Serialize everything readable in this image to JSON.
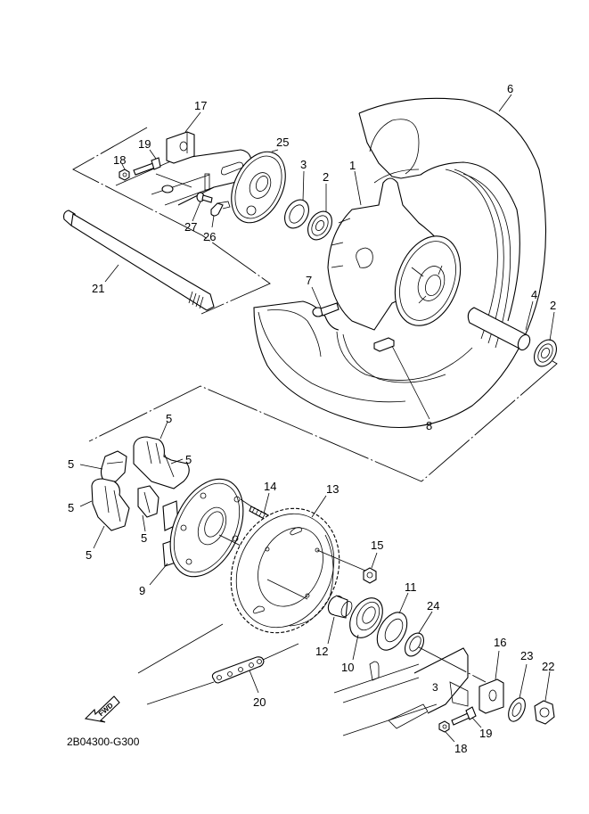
{
  "diagram": {
    "title": "Rear Wheel Exploded Parts Diagram",
    "code": "2B04300-G300",
    "direction_indicator": "FWD",
    "callouts": [
      {
        "id": "17",
        "part": "adjuster block"
      },
      {
        "id": "19",
        "part": "bolt (upper)"
      },
      {
        "id": "18",
        "part": "nut (upper)"
      },
      {
        "id": "25",
        "part": "brake shoe plate"
      },
      {
        "id": "3",
        "part": "oil seal"
      },
      {
        "id": "2",
        "part": "bearing (left)"
      },
      {
        "id": "1",
        "part": "cast wheel"
      },
      {
        "id": "6",
        "part": "tire"
      },
      {
        "id": "27",
        "part": "bolt"
      },
      {
        "id": "26",
        "part": "clip"
      },
      {
        "id": "21",
        "part": "wheel axle"
      },
      {
        "id": "7",
        "part": "valve"
      },
      {
        "id": "4",
        "part": "spacer"
      },
      {
        "id": "2b",
        "label": "2",
        "part": "bearing (right)"
      },
      {
        "id": "8",
        "part": "balance weight"
      },
      {
        "id": "5a",
        "label": "5",
        "part": "damper"
      },
      {
        "id": "5b",
        "label": "5",
        "part": "damper"
      },
      {
        "id": "5c",
        "label": "5",
        "part": "damper"
      },
      {
        "id": "5d",
        "label": "5",
        "part": "damper"
      },
      {
        "id": "5e",
        "label": "5",
        "part": "damper"
      },
      {
        "id": "5f",
        "label": "5",
        "part": "damper"
      },
      {
        "id": "14",
        "part": "stud bolt"
      },
      {
        "id": "13",
        "part": "driven sprocket"
      },
      {
        "id": "9",
        "part": "clutch hub"
      },
      {
        "id": "15",
        "part": "nut"
      },
      {
        "id": "11",
        "part": "oil seal"
      },
      {
        "id": "24",
        "part": "collar"
      },
      {
        "id": "12",
        "part": "collar"
      },
      {
        "id": "10",
        "part": "bearing"
      },
      {
        "id": "16",
        "part": "adjuster block"
      },
      {
        "id": "23",
        "part": "washer"
      },
      {
        "id": "22",
        "part": "nut"
      },
      {
        "id": "20",
        "part": "drive chain"
      },
      {
        "id": "19b",
        "label": "19",
        "part": "bolt (lower)"
      },
      {
        "id": "18b",
        "label": "18",
        "part": "nut (lower)"
      }
    ],
    "labels": {
      "l17": "17",
      "l19a": "19",
      "l18a": "18",
      "l25": "25",
      "l3": "3",
      "l2a": "2",
      "l1": "1",
      "l6": "6",
      "l27": "27",
      "l26": "26",
      "l21": "21",
      "l7": "7",
      "l4": "4",
      "l2b": "2",
      "l8": "8",
      "l5a": "5",
      "l5b": "5",
      "l5c": "5",
      "l5d": "5",
      "l5e": "5",
      "l5f": "5",
      "l14": "14",
      "l13": "13",
      "l9": "9",
      "l15": "15",
      "l11": "11",
      "l24": "24",
      "l12": "12",
      "l10": "10",
      "l16": "16",
      "l23": "23",
      "l22": "22",
      "l20": "20",
      "l19b": "19",
      "l18b": "18"
    }
  }
}
